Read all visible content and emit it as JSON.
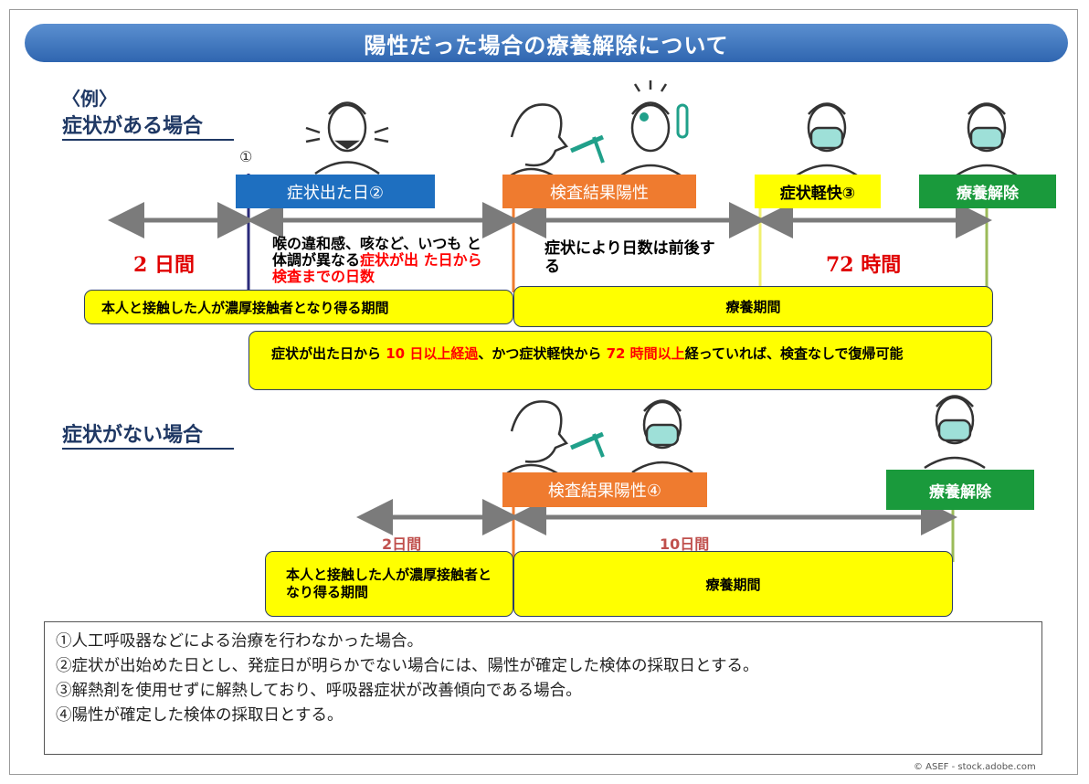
{
  "title": "陽性だった場合の療養解除について",
  "colors": {
    "blue": "#1e6fc0",
    "orange": "#ef7b2f",
    "yellow": "#ffff00",
    "green": "#1a9a3c",
    "arrow": "#7b7b7b",
    "red": "#ff0000"
  },
  "example_label": "〈例〉",
  "symptomatic": {
    "heading": "症状がある場合",
    "marker": "①",
    "labels": {
      "onset": "症状出た日②",
      "positive": "検査結果陽性",
      "relief": "症状軽快③",
      "release": "療養解除"
    },
    "before_days": "2 日間",
    "onset_to_test_prefix": "喉の違和感、咳など、いつも と体調が異なる",
    "onset_to_test_red": "症状が出 た日から検査までの日数",
    "test_to_relief": "症状により日数は前後する",
    "after_hours": "72 時間",
    "contact_period": "本人と接触した人が濃厚接触者となり得る期間",
    "isolation_period": "療養期間",
    "return_note": {
      "part1": "症状が出た日から ",
      "red1": "10 日以上経過",
      "part2": "、かつ症状軽快から ",
      "red2": "72 時間以上",
      "part3": "経っていれば、検査なしで復帰可能"
    }
  },
  "asymptomatic": {
    "heading": "症状がない場合",
    "labels": {
      "positive": "検査結果陽性④",
      "release": "療養解除"
    },
    "before_days": "2日間",
    "after_days": "10日間",
    "contact_period": "本人と接触した人が濃厚接触者となり得る期間",
    "isolation_period": "療養期間"
  },
  "notes": [
    "①人工呼吸器などによる治療を行わなかった場合。",
    "②症状が出始めた日とし、発症日が明らかでない場合には、陽性が確定した検体の採取日とする。",
    "③解熱剤を使用せずに解熱しており、呼吸器症状が改善傾向である場合。",
    "④陽性が確定した検体の採取日とする。"
  ],
  "credit": "© ASEF - stock.adobe.com"
}
